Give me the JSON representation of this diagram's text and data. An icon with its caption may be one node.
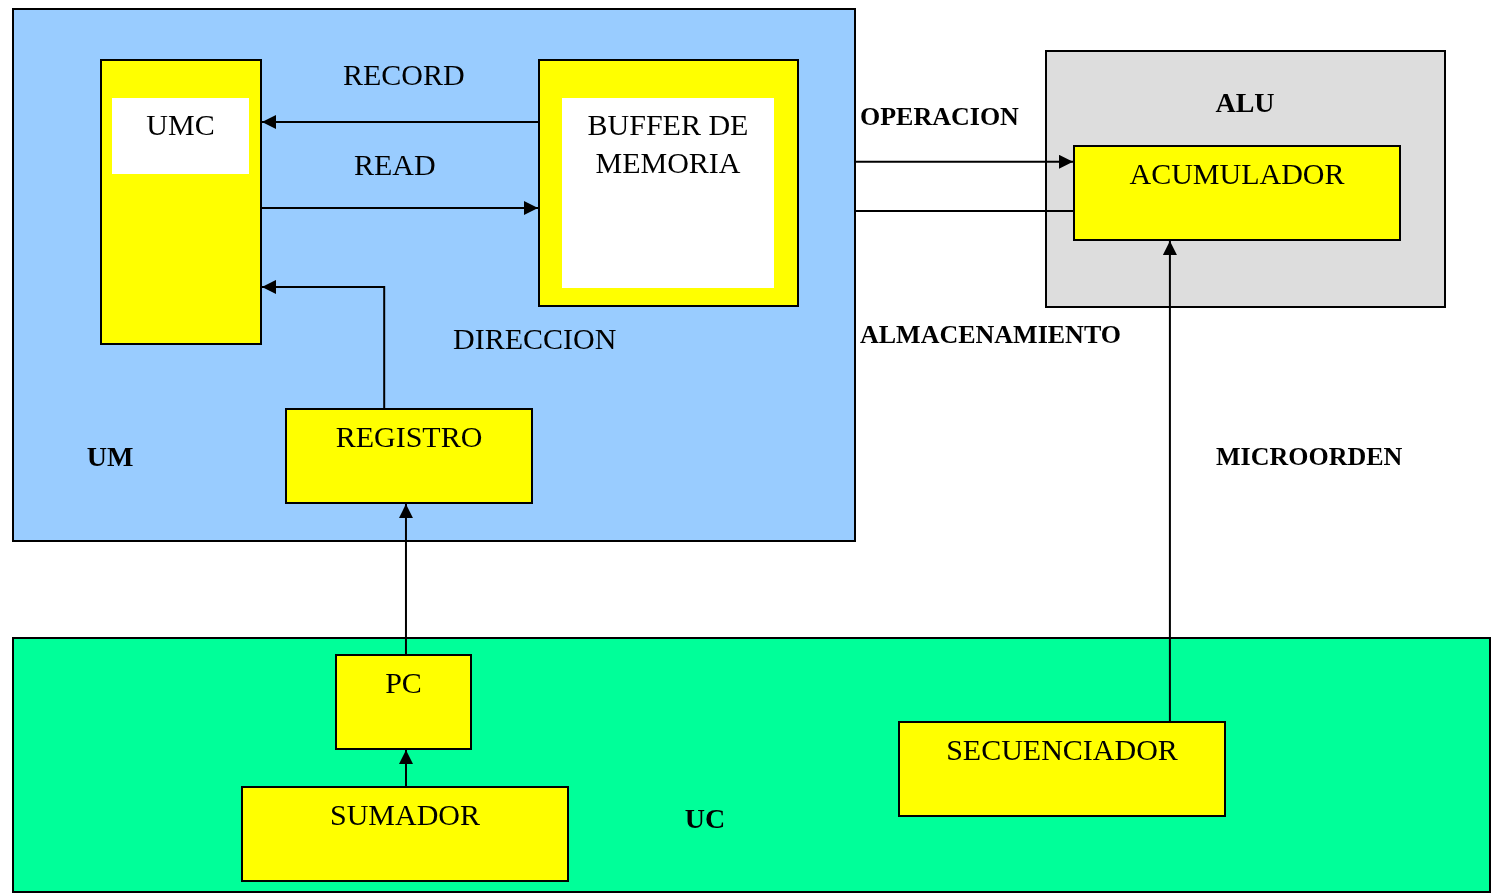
{
  "diagram": {
    "nodes": [
      {
        "text": [
          "UM"
        ]
      },
      {
        "text": [
          "UMC"
        ],
        "in": 0
      },
      {
        "text": [
          "BUFFER DE MEMORIA"
        ],
        "in": 0
      },
      {
        "text": [
          "REGISTRO"
        ],
        "in": 0
      },
      {
        "text": [
          "ALU"
        ]
      },
      {
        "text": [
          "ACUMULADOR"
        ],
        "in": 4
      },
      {
        "text": [
          "UC"
        ]
      },
      {
        "text": [
          "PC"
        ],
        "in": 6
      },
      {
        "text": [
          "SUMADOR"
        ],
        "in": 6
      },
      {
        "text": [
          "SECUENCIADOR"
        ],
        "in": 6
      }
    ],
    "edges": [
      {
        "from": 2,
        "to": 1,
        "arrow": "to",
        "label": "RECORD"
      },
      {
        "from": 1,
        "to": 2,
        "arrow": "to",
        "label": "READ"
      },
      {
        "from": 3,
        "to": 1,
        "arrow": "to",
        "label": "DIRECCION"
      },
      {
        "from": 0,
        "to": 5,
        "arrow": "to",
        "label": "OPERACION"
      },
      {
        "from": 0,
        "to": 5,
        "arrow": "none",
        "label": "ALMACENAMIENTO"
      },
      {
        "from": 7,
        "to": 3,
        "arrow": "to"
      },
      {
        "from": 8,
        "to": 7,
        "arrow": "to"
      },
      {
        "from": 9,
        "to": 5,
        "arrow": "to",
        "label": "MICROORDEN"
      }
    ]
  }
}
